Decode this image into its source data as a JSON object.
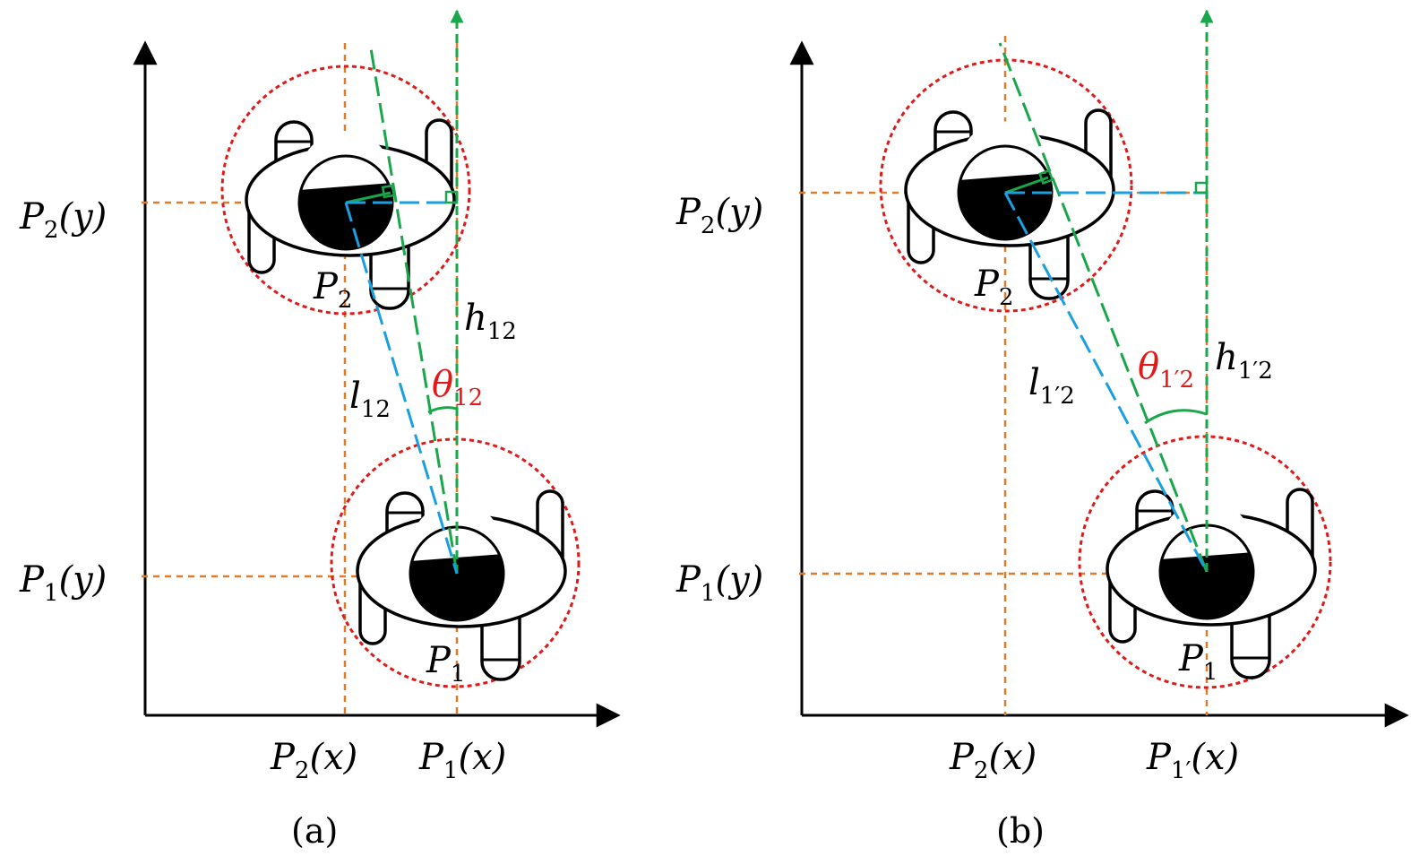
{
  "colors": {
    "axis": "#000000",
    "guide": "#e07b2a",
    "heading_line": "#1aa64a",
    "distance_line": "#1a9fe0",
    "range_circle": "#e01a1a",
    "robot_outline": "#000000",
    "robot_fill": "#ffffff",
    "eye_fill": "#000000",
    "angle_label": "#e01a1a"
  },
  "panel_a": {
    "caption": "(a)",
    "labels": {
      "p2y": {
        "main": "P",
        "sub": "2",
        "tail": "(y)"
      },
      "p1y": {
        "main": "P",
        "sub": "1",
        "tail": "(y)"
      },
      "p2x": {
        "main": "P",
        "sub": "2",
        "tail": "(x)"
      },
      "p1x": {
        "main": "P",
        "sub": "1",
        "tail": "(x)"
      },
      "p2": {
        "main": "P",
        "sub": "2"
      },
      "p1": {
        "main": "P",
        "sub": "1"
      },
      "h": {
        "main": "h",
        "sub": "12"
      },
      "l": {
        "main": "l",
        "sub": "12"
      },
      "theta": {
        "main": "θ",
        "sub": "12"
      }
    }
  },
  "panel_b": {
    "caption": "(b)",
    "labels": {
      "p2y": {
        "main": "P",
        "sub": "2",
        "tail": "(y)"
      },
      "p1y": {
        "main": "P",
        "sub": "1",
        "tail": "(y)"
      },
      "p2x": {
        "main": "P",
        "sub": "2",
        "tail": "(x)"
      },
      "p1x": {
        "main": "P",
        "sub": "1′",
        "tail": "(x)"
      },
      "p2": {
        "main": "P",
        "sub": "2"
      },
      "p1": {
        "main": "P",
        "sub": "1"
      },
      "h": {
        "main": "h",
        "sub": "1′2"
      },
      "l": {
        "main": "l",
        "sub": "1′2"
      },
      "theta": {
        "main": "θ",
        "sub": "1′2"
      }
    }
  }
}
